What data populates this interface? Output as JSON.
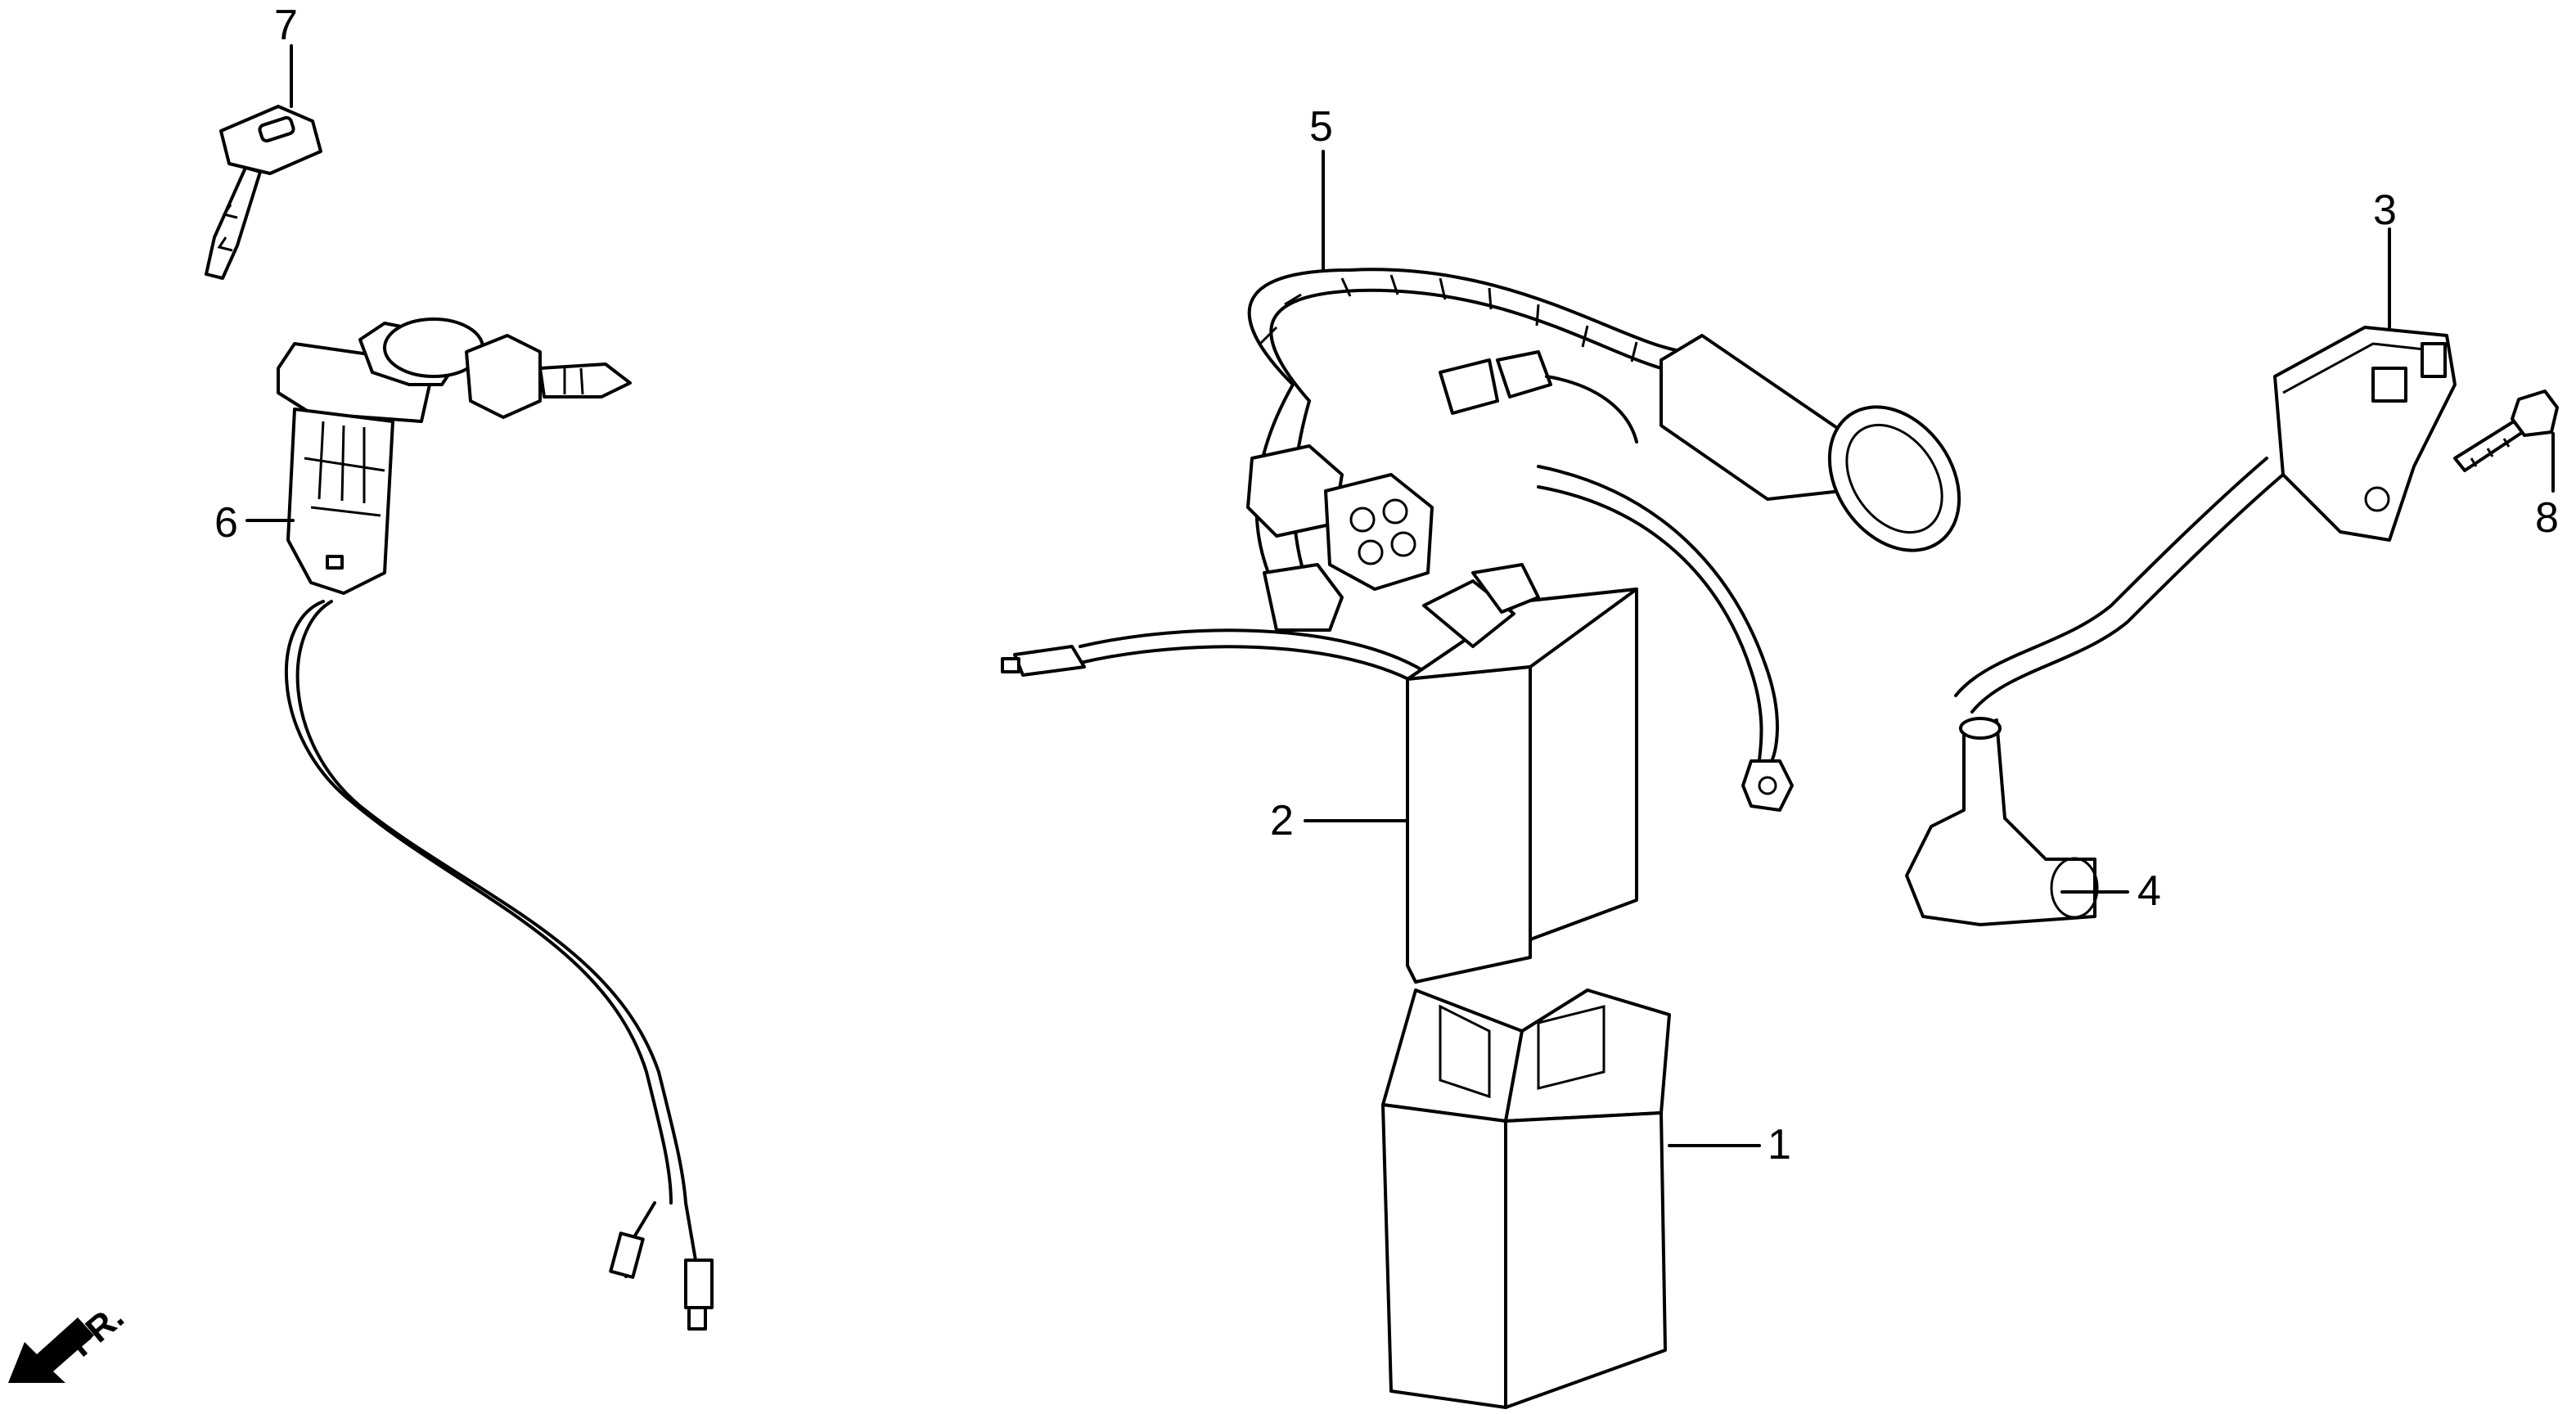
{
  "callouts": {
    "p1": "1",
    "p2": "2",
    "p3": "3",
    "p4": "4",
    "p5": "5",
    "p6": "6",
    "p7": "7",
    "p8": "8"
  },
  "direction_label": "FR."
}
